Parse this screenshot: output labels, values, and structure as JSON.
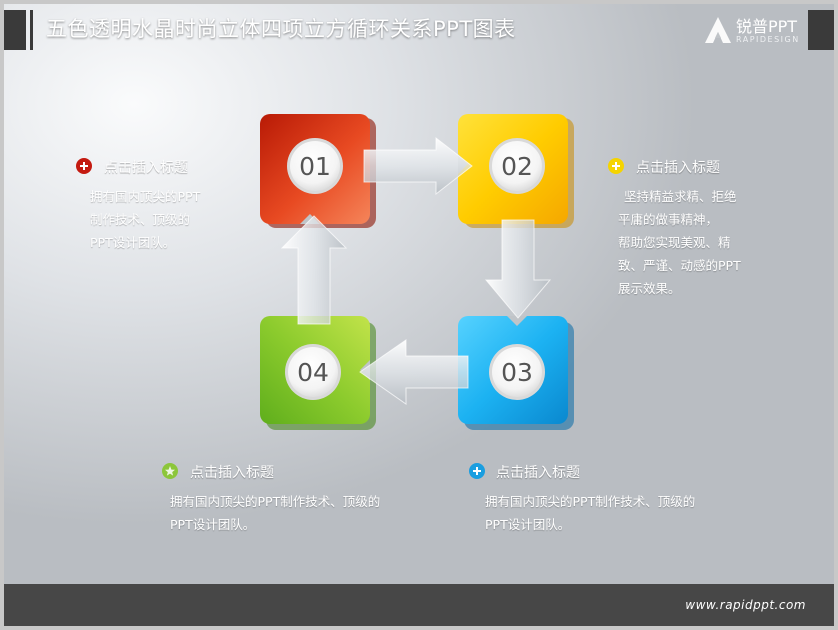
{
  "header": {
    "title": "五色透明水晶时尚立体四项立方循环关系PPT图表",
    "logo_text": "锐普PPT",
    "logo_sub": "RAPIDESIGN"
  },
  "footer": {
    "url": "www.rapidppt.com"
  },
  "colors": {
    "red": "#e23a1c",
    "yellow": "#f7c600",
    "blue": "#1aa6e8",
    "green": "#7fc22a"
  },
  "cubes": [
    {
      "number": "01",
      "color": "red"
    },
    {
      "number": "02",
      "color": "yellow"
    },
    {
      "number": "03",
      "color": "blue"
    },
    {
      "number": "04",
      "color": "green"
    }
  ],
  "blocks": [
    {
      "title": "点击插入标题",
      "lines": [
        "拥有国内顶尖的PPT",
        "制作技术、顶级的",
        "PPT设计团队。"
      ],
      "bullet": "plus",
      "color": "red"
    },
    {
      "title": "点击插入标题",
      "lines": [
        "坚持精益求精、拒绝",
        "平庸的做事精神，",
        "帮助您实现美观、精",
        "致、严谨、动感的PPT",
        "展示效果。"
      ],
      "bullet": "plus",
      "color": "yellow"
    },
    {
      "title": "点击插入标题",
      "lines": [
        "拥有国内顶尖的PPT制作技术、顶级的",
        "PPT设计团队。"
      ],
      "bullet": "plus",
      "color": "blue"
    },
    {
      "title": "点击插入标题",
      "lines": [
        "拥有国内顶尖的PPT制作技术、顶级的",
        "PPT设计团队。"
      ],
      "bullet": "star",
      "color": "green"
    }
  ]
}
